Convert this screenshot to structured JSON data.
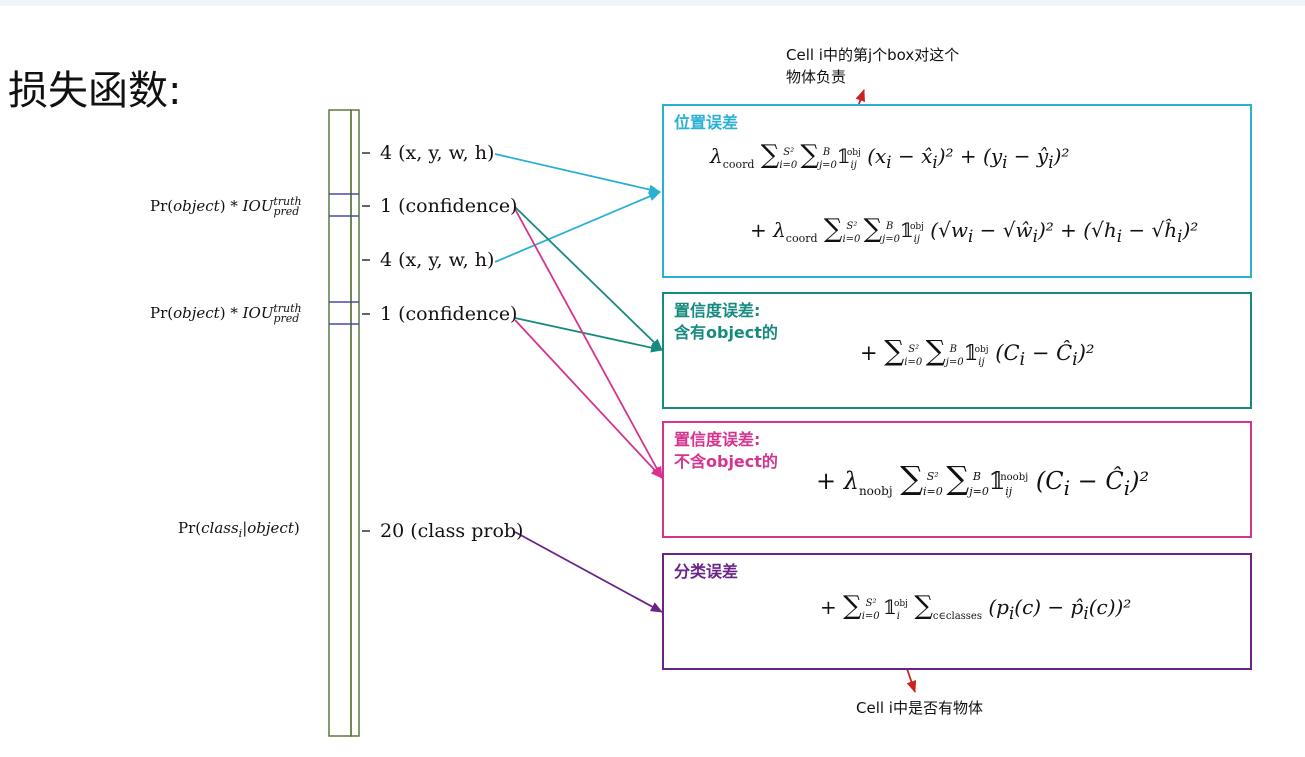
{
  "title": "损失函数:",
  "vector": {
    "labels": [
      "4 (x, y, w, h)",
      "1 (confidence)",
      "4 (x, y, w, h)",
      "1 (confidence)",
      "20 (class prob)"
    ],
    "pr_confidence": "Pr(object) * IOU",
    "pr_class": "Pr(class_i | object)"
  },
  "boxes": {
    "position": {
      "title": "位置误差",
      "color": "#2ab0d4"
    },
    "conf_obj": {
      "title_line1": "置信度误差:",
      "title_line2": "含有object的",
      "color": "#178a80"
    },
    "conf_noobj": {
      "title_line1": "置信度误差:",
      "title_line2": "不含object的",
      "color": "#d6338f"
    },
    "classification": {
      "title": "分类误差",
      "color": "#6a2489"
    }
  },
  "annotations": {
    "top_line1": "Cell i中的第j个box对这个",
    "top_line2": "物体负责",
    "bottom": "Cell i中是否有物体",
    "color": "#cc2222"
  }
}
